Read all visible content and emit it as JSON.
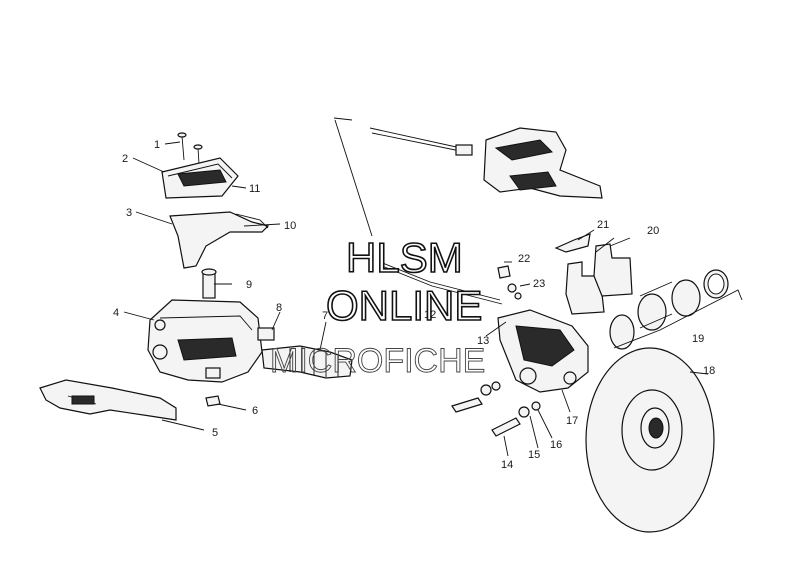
{
  "callouts": [
    {
      "id": "1",
      "text": "1"
    },
    {
      "id": "2",
      "text": "2"
    },
    {
      "id": "3",
      "text": "3"
    },
    {
      "id": "4",
      "text": "4"
    },
    {
      "id": "5",
      "text": "5"
    },
    {
      "id": "6",
      "text": "6"
    },
    {
      "id": "7",
      "text": "7"
    },
    {
      "id": "8",
      "text": "8"
    },
    {
      "id": "9",
      "text": "9"
    },
    {
      "id": "10",
      "text": "10"
    },
    {
      "id": "11",
      "text": "11"
    },
    {
      "id": "12",
      "text": "12"
    },
    {
      "id": "13",
      "text": "13"
    },
    {
      "id": "14",
      "text": "14"
    },
    {
      "id": "15",
      "text": "15"
    },
    {
      "id": "16",
      "text": "16"
    },
    {
      "id": "17",
      "text": "17"
    },
    {
      "id": "18",
      "text": "18"
    },
    {
      "id": "19",
      "text": "19"
    },
    {
      "id": "20",
      "text": "20"
    },
    {
      "id": "21",
      "text": "21"
    },
    {
      "id": "22",
      "text": "22"
    },
    {
      "id": "23",
      "text": "23"
    }
  ],
  "watermark": {
    "line1": "HLSM",
    "line2": "ONLINE",
    "line3": "MICROFICHE"
  }
}
